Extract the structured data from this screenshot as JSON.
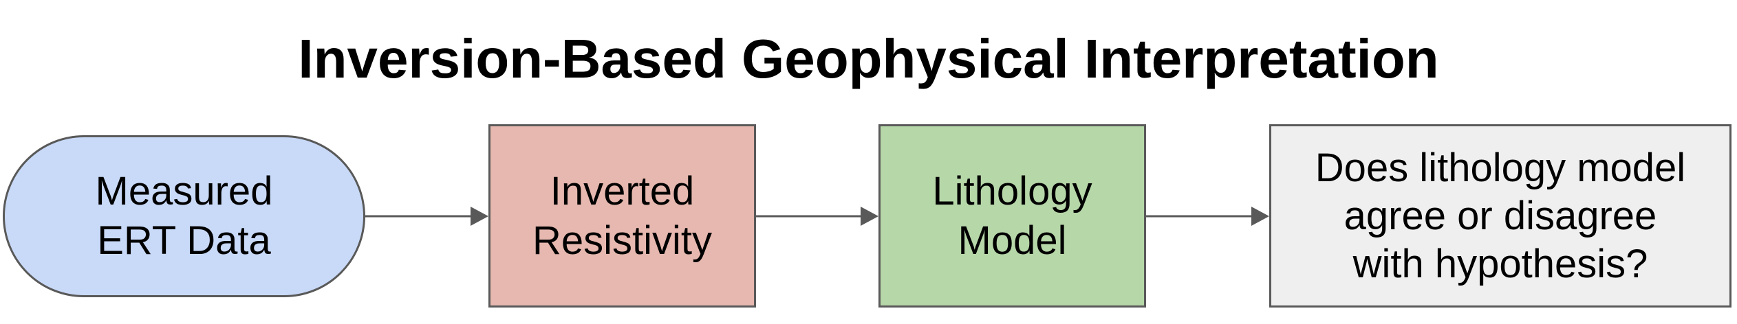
{
  "title": "Inversion-Based Geophysical Interpretation",
  "colors": {
    "measured_fill": "#c9daf8",
    "inverted_fill": "#e6b8af",
    "lithology_fill": "#b6d7a8",
    "question_fill": "#efefef",
    "stroke": "#595959"
  },
  "nodes": [
    {
      "id": "measured",
      "shape": "rounded",
      "lines": [
        "Measured",
        "ERT Data"
      ]
    },
    {
      "id": "inverted",
      "shape": "rectangle",
      "lines": [
        "Inverted",
        "Resistivity"
      ]
    },
    {
      "id": "lithology",
      "shape": "rectangle",
      "lines": [
        "Lithology",
        "Model"
      ]
    },
    {
      "id": "question",
      "shape": "rectangle",
      "lines": [
        "Does lithology model",
        "agree or disagree",
        "with hypothesis?"
      ]
    }
  ],
  "edges": [
    {
      "from": "measured",
      "to": "inverted"
    },
    {
      "from": "inverted",
      "to": "lithology"
    },
    {
      "from": "lithology",
      "to": "question"
    }
  ]
}
